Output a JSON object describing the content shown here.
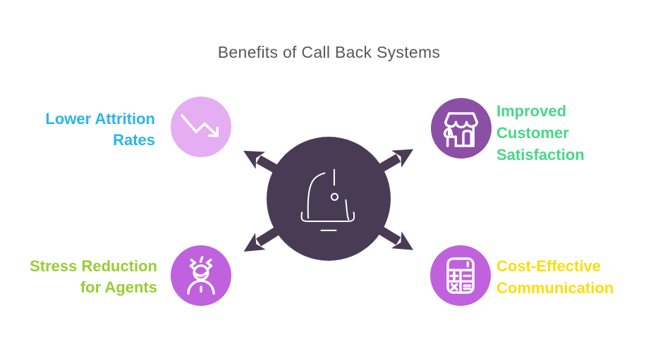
{
  "title": {
    "text": "Benefits of Call Back Systems",
    "color": "#58585a"
  },
  "center": {
    "icon": "bell-icon",
    "circle_color": "#4a3b54",
    "arrow_color": "#4a3b54",
    "icon_stroke": "#ffffff"
  },
  "benefits": [
    {
      "id": "lower-attrition-rates",
      "label": "Lower Attrition Rates",
      "position": "top-left",
      "text_color": "#29b6ea",
      "icon": "trend-down-icon",
      "icon_bg": "#e5adf2",
      "icon_stroke": "#ffffff"
    },
    {
      "id": "improved-customer-satisfaction",
      "label": "Improved Customer Satisfaction",
      "position": "top-right",
      "text_color": "#47d78a",
      "icon": "storefront-thumbs-up-icon",
      "icon_bg": "#8c4fa6",
      "icon_stroke": "#ffffff"
    },
    {
      "id": "stress-reduction-for-agents",
      "label": "Stress Reduction for Agents",
      "position": "bottom-left",
      "text_color": "#9acc33",
      "icon": "stressed-person-icon",
      "icon_bg": "#c061de",
      "icon_stroke": "#ffffff"
    },
    {
      "id": "cost-effective-communication",
      "label": "Cost-Effective Communication",
      "position": "bottom-right",
      "text_color": "#ffdc0c",
      "icon": "calculator-icon",
      "icon_bg": "#c061de",
      "icon_stroke": "#ffffff"
    }
  ]
}
